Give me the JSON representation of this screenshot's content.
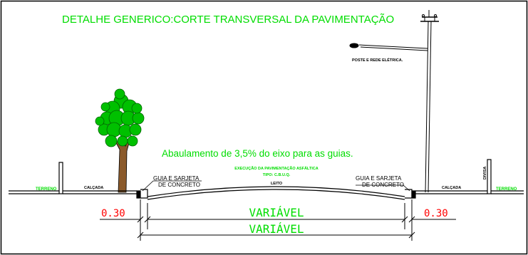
{
  "title": "DETALHE GENERICO:CORTE TRANSVERSAL DA PAVIMENTAÇÃO",
  "labels": {
    "poste": "POSTE E REDE ELÉTRICA.",
    "abaulamento": "Abaulamento de 3,5% do eixo para as guias.",
    "execucao_line1": "EXECUÇÃO DA PAVIMENTAÇÃO ASFÁLTICA",
    "execucao_line2": "TIPO: C.B.U.Q.",
    "leito": "LEITO",
    "guia_left_line1": "GUIA E SARJETA",
    "guia_left_line2": "DE CONCRETO",
    "guia_right_line1": "GUIA E SARJETA",
    "guia_right_line2": "DE CONCRETO",
    "calcada_left": "CALÇADA",
    "calcada_right": "CALÇADA",
    "terreno_left": "TERRENO",
    "terreno_right": "TERRENO",
    "divisa": "DIVISA"
  },
  "dimensions": {
    "left_offset": "0.30",
    "right_offset": "0.30",
    "inner_width": "VARIÁVEL",
    "outer_width": "VARIÁVEL"
  },
  "colors": {
    "green": "#00dd00",
    "red": "#ff0000",
    "line": "#000000",
    "tree_green": "#00c000",
    "tree_trunk": "#8b5a2b"
  }
}
